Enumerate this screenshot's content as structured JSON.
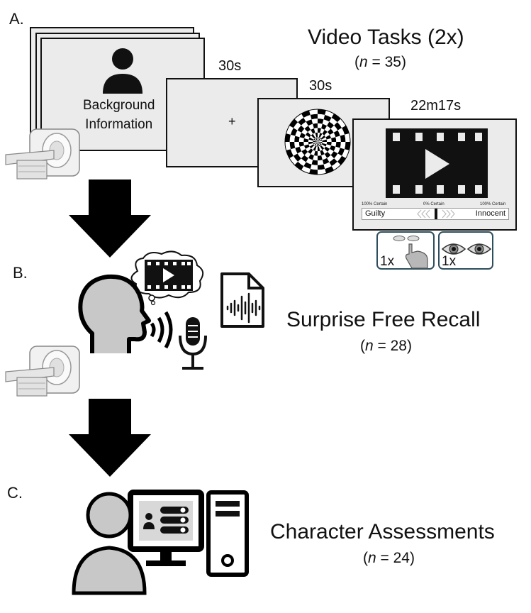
{
  "panels": {
    "a": "A.",
    "b": "B.",
    "c": "C."
  },
  "video_tasks": {
    "title": "Video Tasks (2x)",
    "n_var": "n",
    "n_rest": " = 35",
    "background_card_line1": "Background",
    "background_card_line2": "Information",
    "fixation_duration": "30s",
    "fixation_symbol": "+",
    "spiral_duration": "30s",
    "video_duration": "22m17s",
    "slider": {
      "left_certain": "100% Certain",
      "mid_certain": "0% Certain",
      "right_certain": "100% Certain",
      "left_label": "Guilty",
      "right_label": "Innocent"
    },
    "response_button_count": "1x",
    "eye_tracking_count": "1x"
  },
  "free_recall": {
    "title": "Surprise Free Recall",
    "n_var": "n",
    "n_rest": " = 28"
  },
  "character_assessments": {
    "title": "Character Assessments",
    "n_var": "n",
    "n_rest": " = 24"
  },
  "icons": [
    "person-icon",
    "mri-scanner-icon",
    "radial-checkerboard-icon",
    "video-play-icon",
    "button-press-icon",
    "eyes-icon",
    "speaking-head-icon",
    "thought-bubble-icon",
    "microphone-icon",
    "audio-file-icon",
    "computer-user-icon",
    "down-arrow-icon"
  ],
  "colors": {
    "card_fill": "#ebebeb",
    "ink": "#111111",
    "head_fill": "#c8c8c8",
    "response_border": "#2d4e5c"
  }
}
